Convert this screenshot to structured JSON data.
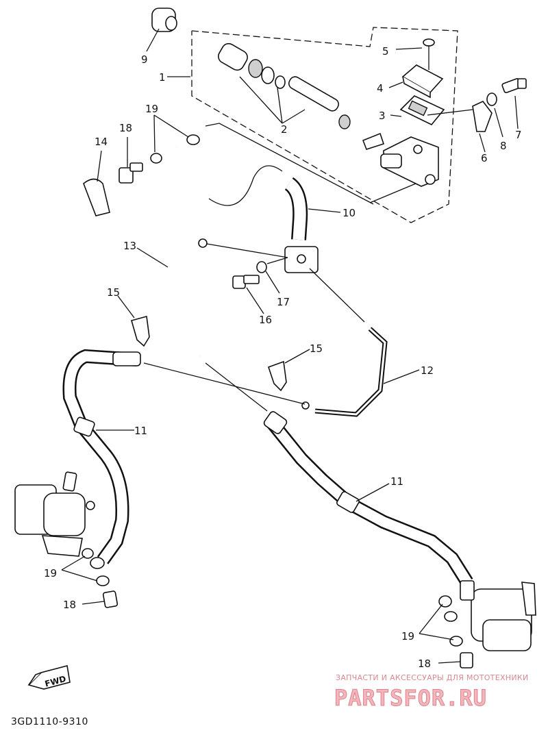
{
  "callouts": {
    "n1": "1",
    "n2": "2",
    "n3": "3",
    "n4": "4",
    "n5": "5",
    "n6": "6",
    "n7": "7",
    "n8": "8",
    "n9": "9",
    "n10": "10",
    "n11a": "11",
    "n11b": "11",
    "n12": "12",
    "n13": "13",
    "n14": "14",
    "n15a": "15",
    "n15b": "15",
    "n16": "16",
    "n17": "17",
    "n18a": "18",
    "n18b": "18",
    "n18c": "18",
    "n19a": "19",
    "n19b": "19",
    "n19c": "19"
  },
  "fwd_label": "FWD",
  "diagram_code": "3GD1110-9310",
  "watermark": {
    "top_line": "ЗАПЧАСТИ И АКСЕССУАРЫ ДЛЯ МОТОТЕХНИКИ",
    "brand": "PARTSFOR.RU"
  }
}
